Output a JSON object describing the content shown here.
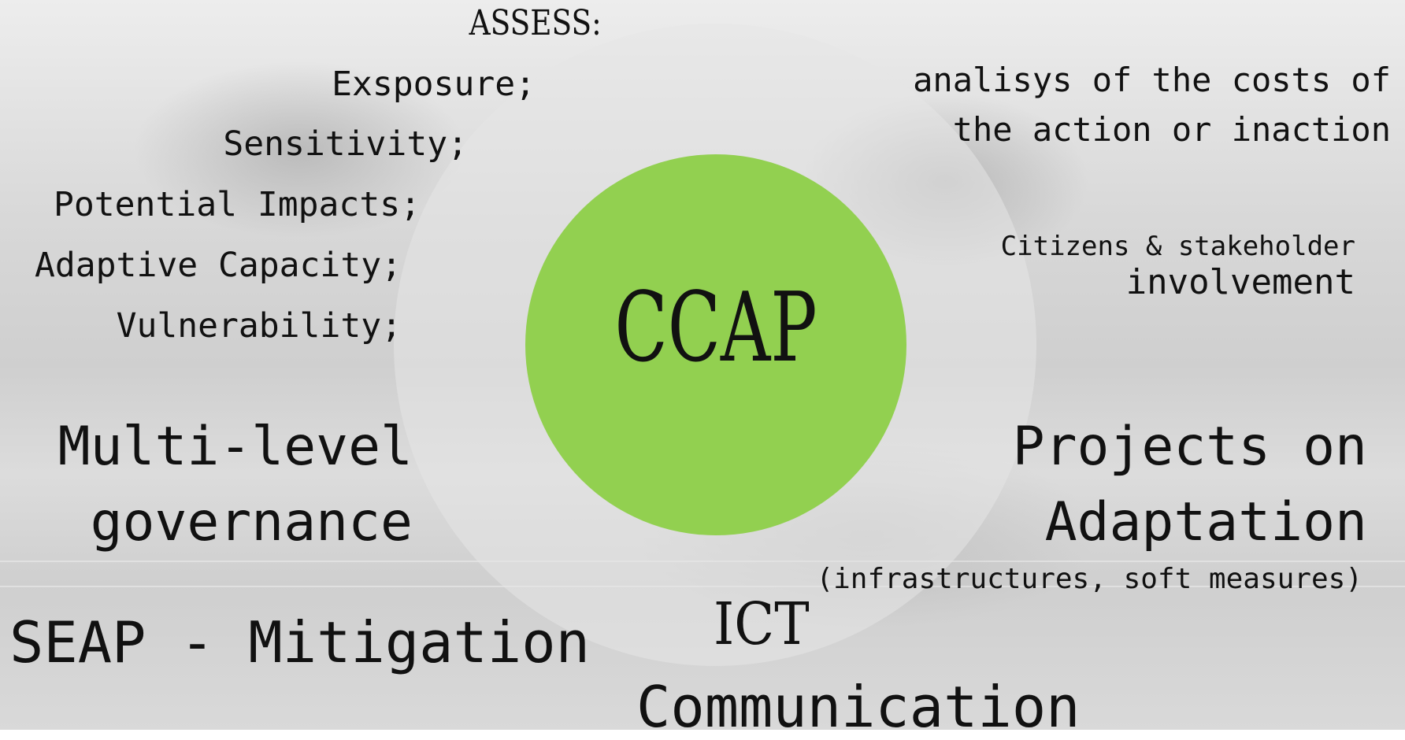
{
  "diagram": {
    "center_label": "CCAP",
    "colors": {
      "core": "#92d050",
      "ring": "#e6e6e6",
      "text": "#111111"
    },
    "assess": {
      "heading": "ASSESS:",
      "items": [
        "Exsposure;",
        "Sensitivity;",
        "Potential Impacts;",
        "Adaptive Capacity;",
        "Vulnerability;"
      ]
    },
    "costs": {
      "line1": "analisys of the costs of",
      "line2": "the action or inaction"
    },
    "citizens": {
      "line1": "Citizens & stakeholder",
      "line2": "involvement"
    },
    "governance": {
      "line1": "Multi-level",
      "line2": "governance"
    },
    "projects": {
      "line1": "Projects on",
      "line2": "Adaptation",
      "note": "(infrastructures, soft measures)"
    },
    "seap": "SEAP - Mitigation",
    "ict": "ICT",
    "communication": "Communication"
  }
}
